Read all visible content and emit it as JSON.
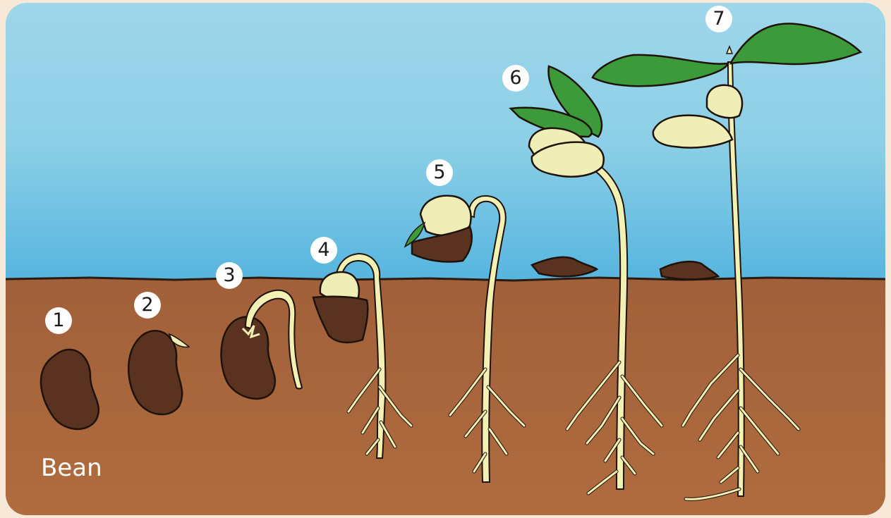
{
  "stages": [
    {
      "label": "1"
    },
    {
      "label": "2"
    },
    {
      "label": "3"
    },
    {
      "label": "4"
    },
    {
      "label": "5"
    },
    {
      "label": "6"
    },
    {
      "label": "7"
    }
  ],
  "caption": "Bean",
  "colors": {
    "sky_top": "#8ed0e6",
    "sky_bottom": "#5fb9df",
    "soil": "#a8653a",
    "soil_line": "#2b1a10",
    "bean": "#5a3220",
    "stem": "#f3f0b4",
    "cotyledon": "#efeeb6",
    "leaf": "#3d9a3a"
  }
}
